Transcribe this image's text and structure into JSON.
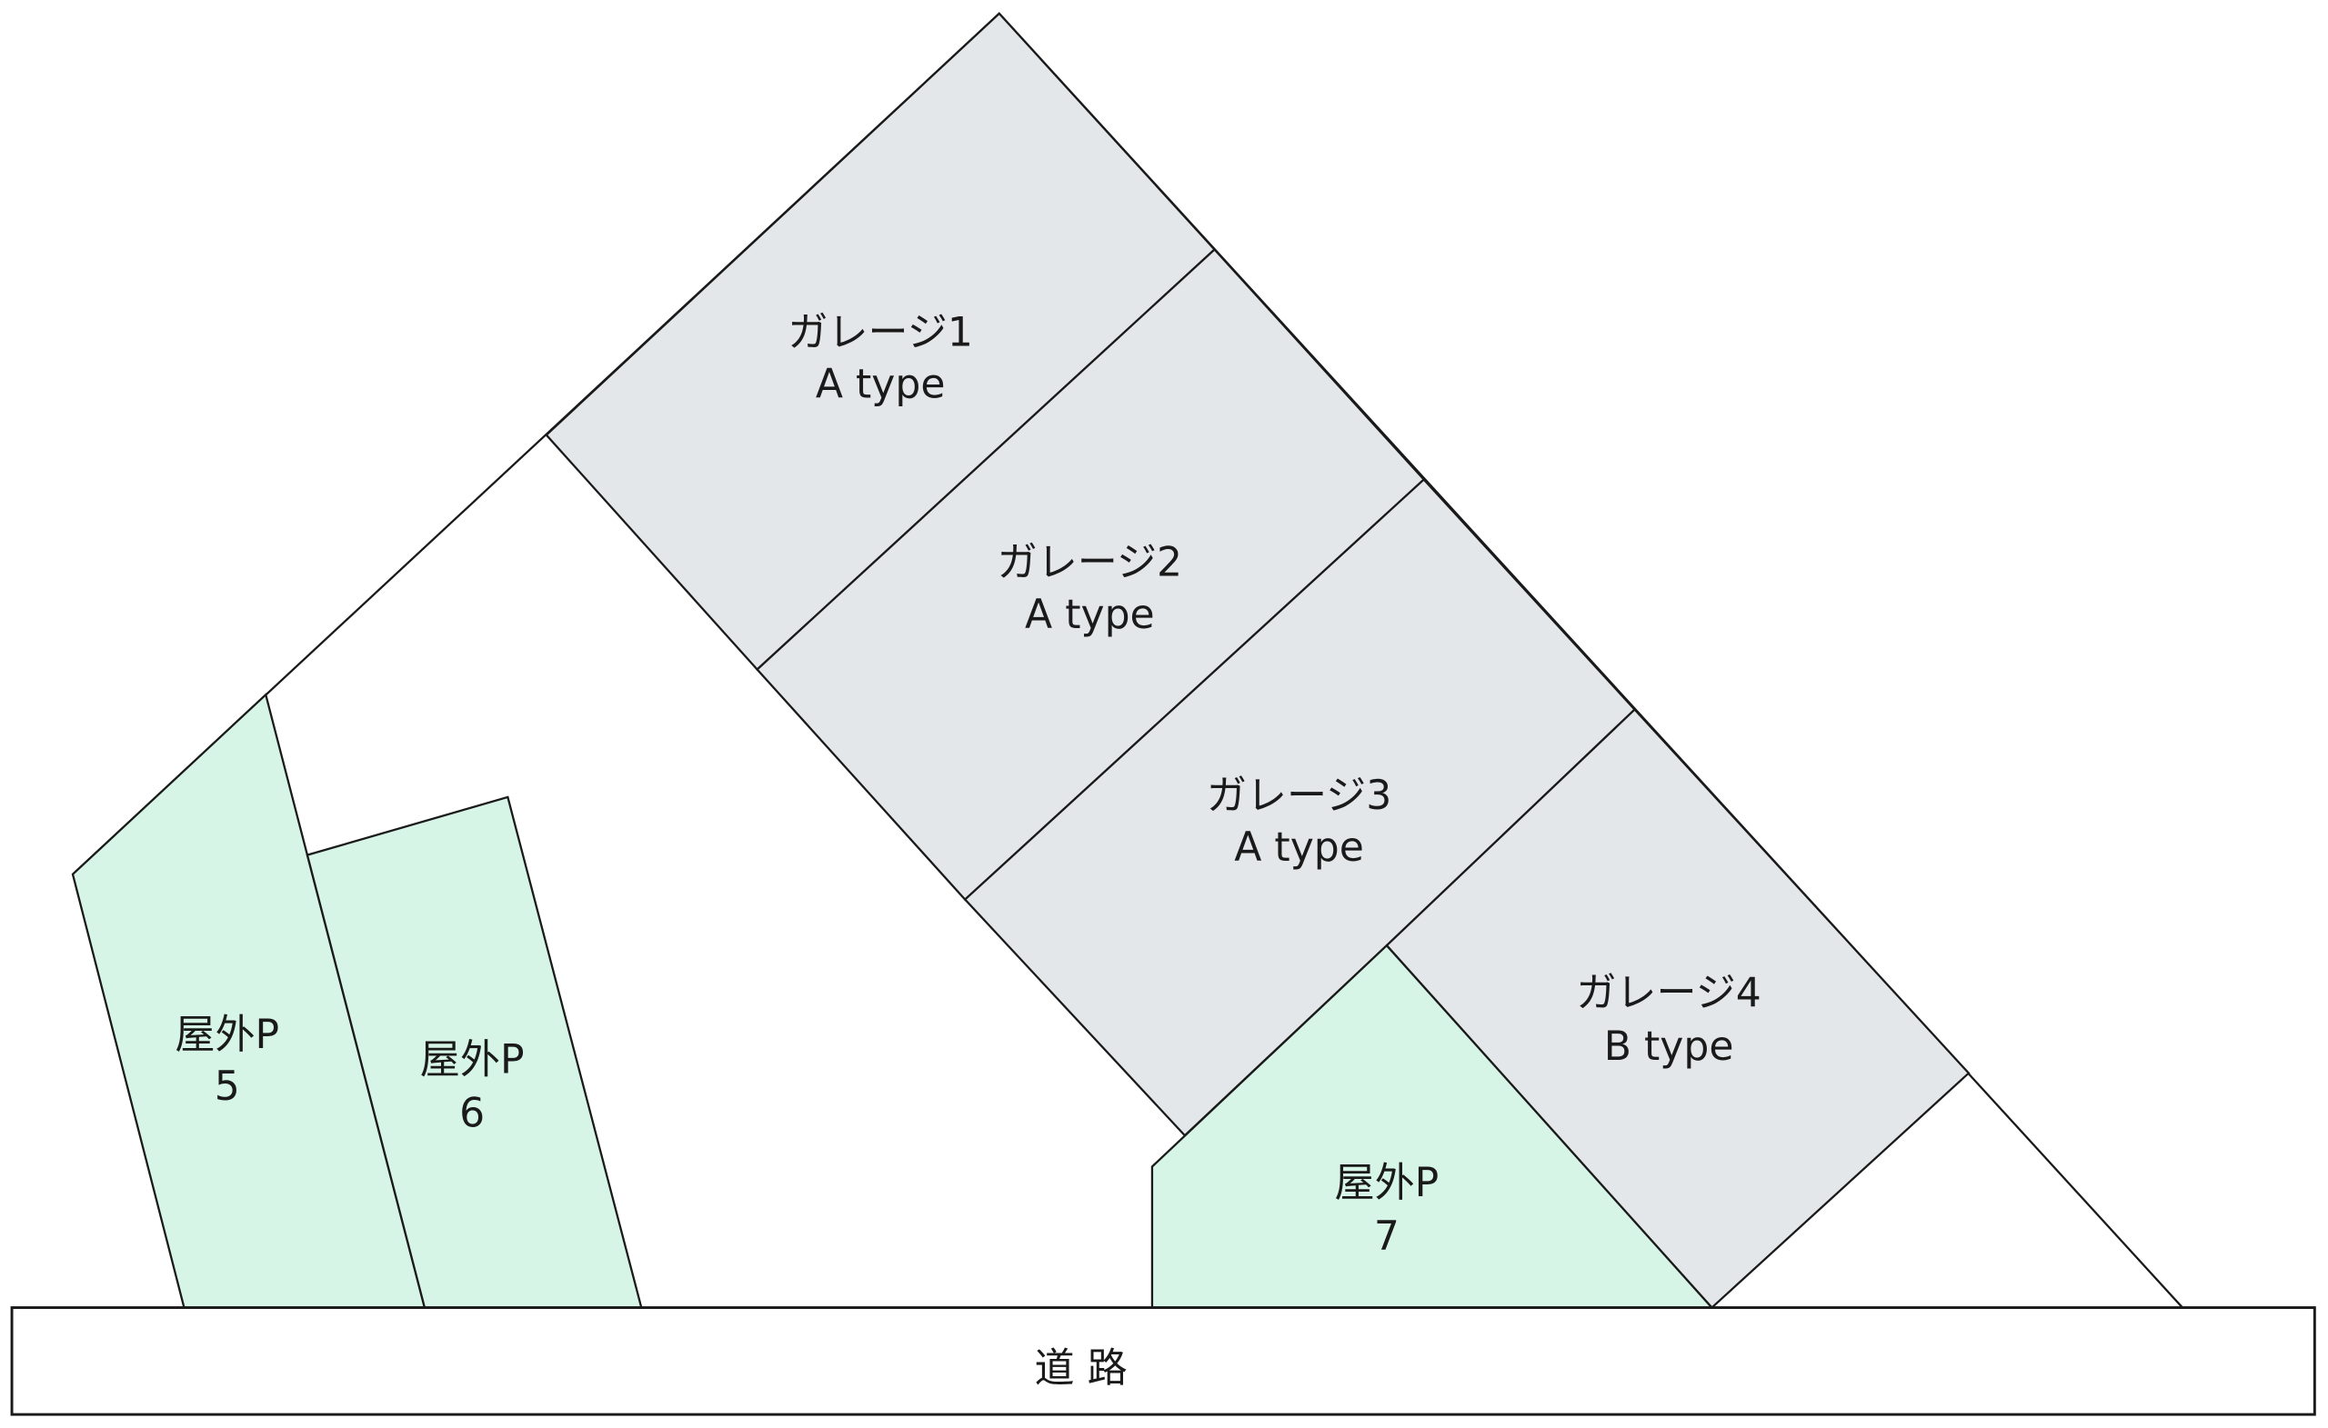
{
  "colors": {
    "garage_fill": "#e3e7e9",
    "outdoor_fill": "#d6f5e6",
    "road_fill": "#ffffff",
    "line": "#1a1a1a"
  },
  "garages": [
    {
      "name": "ガレージ1",
      "type": "A type"
    },
    {
      "name": "ガレージ2",
      "type": "A type"
    },
    {
      "name": "ガレージ3",
      "type": "A type"
    },
    {
      "name": "ガレージ4",
      "type": "B type"
    }
  ],
  "outdoor": [
    {
      "name": "屋外P",
      "number": "5"
    },
    {
      "name": "屋外P",
      "number": "6"
    },
    {
      "name": "屋外P",
      "number": "7"
    }
  ],
  "road": {
    "label": "道 路"
  }
}
